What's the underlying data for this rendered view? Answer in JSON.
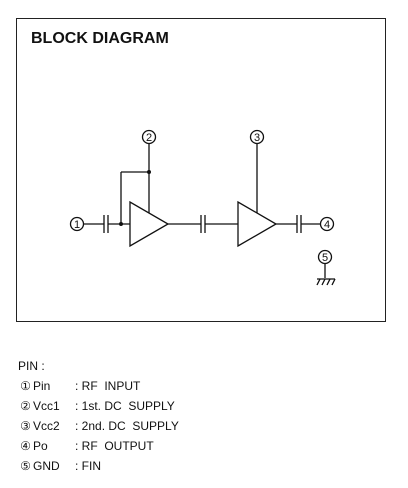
{
  "diagram": {
    "title": "BLOCK DIAGRAM",
    "pin_labels": {
      "p1": "1",
      "p2": "2",
      "p3": "3",
      "p4": "4",
      "p5": "5"
    }
  },
  "pins": {
    "heading": "PIN :",
    "rows": [
      {
        "num": "①",
        "name": "Pin",
        "desc": ": RF  INPUT"
      },
      {
        "num": "②",
        "name": "Vcc1",
        "desc": ": 1st. DC  SUPPLY"
      },
      {
        "num": "③",
        "name": "Vcc2",
        "desc": ": 2nd. DC  SUPPLY"
      },
      {
        "num": "④",
        "name": "Po",
        "desc": ": RF  OUTPUT"
      },
      {
        "num": "⑤",
        "name": "GND",
        "desc": ": FIN"
      }
    ]
  },
  "colors": {
    "line": "#111111",
    "background": "#ffffff"
  }
}
